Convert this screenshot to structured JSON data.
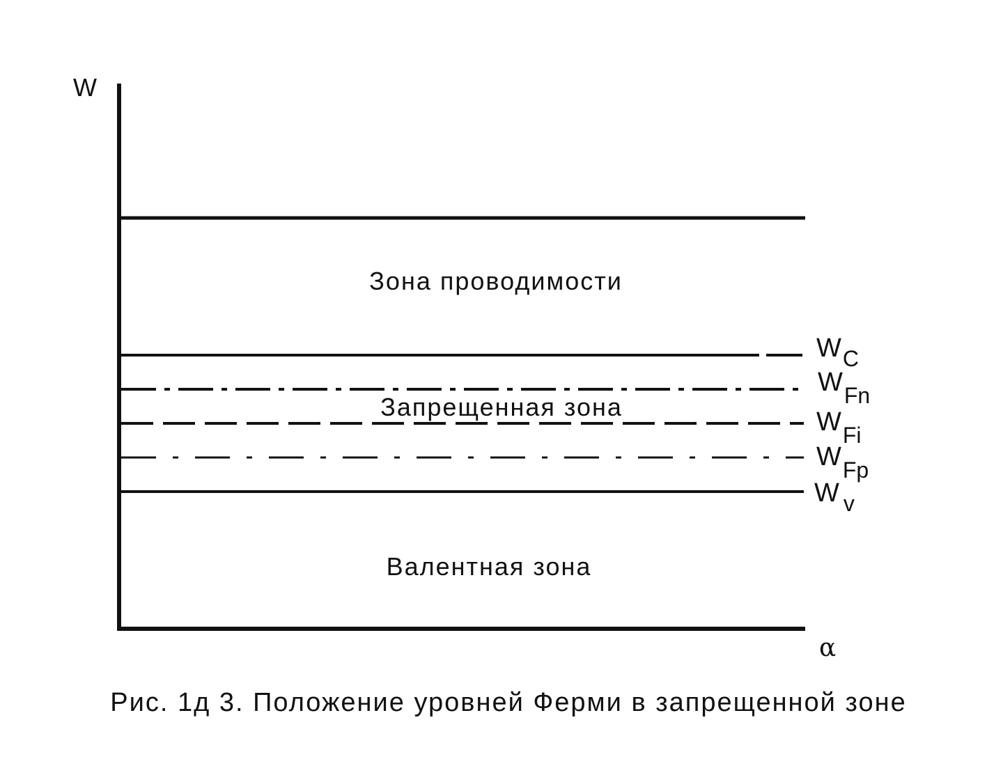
{
  "axes": {
    "y_label": "W",
    "x_label": "α"
  },
  "zones": {
    "conduction": "Зона проводимости",
    "forbidden": "Запрещенная зона",
    "valence": "Валентная зона"
  },
  "levels": {
    "wc": {
      "main": "W",
      "sub": "C"
    },
    "wfn": {
      "main": "W",
      "sub": "Fn"
    },
    "wfi": {
      "main": "W",
      "sub": "Fi"
    },
    "wfp": {
      "main": "W",
      "sub": "Fp"
    },
    "wv": {
      "main": "W",
      "sub": "v"
    }
  },
  "caption": "Рис. 1д 3. Положение уровней Ферми в запрещенной зоне",
  "colors": {
    "line": "#111111",
    "background": "#ffffff"
  }
}
